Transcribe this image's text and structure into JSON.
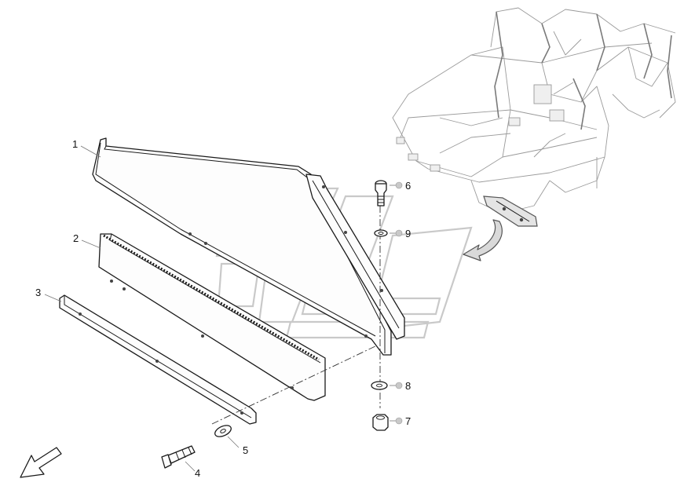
{
  "callouts": [
    {
      "id": "1",
      "label": "1"
    },
    {
      "id": "2",
      "label": "2"
    },
    {
      "id": "3",
      "label": "3"
    },
    {
      "id": "4",
      "label": "4"
    },
    {
      "id": "5",
      "label": "5"
    },
    {
      "id": "6",
      "label": "6"
    },
    {
      "id": "7",
      "label": "7"
    },
    {
      "id": "8",
      "label": "8"
    },
    {
      "id": "9",
      "label": "9"
    }
  ],
  "icons": {
    "orientation_arrow": "arrow-down-left-icon",
    "rotation_arrow": "curved-arrow-icon"
  }
}
